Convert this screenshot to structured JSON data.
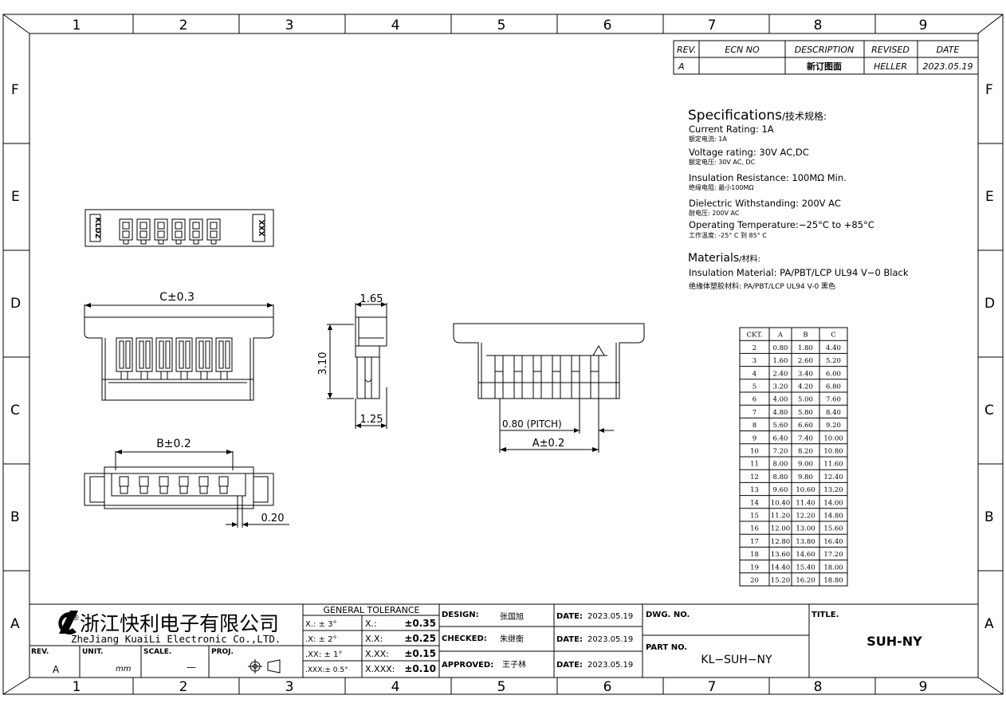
{
  "zones": {
    "columns": [
      "1",
      "2",
      "3",
      "4",
      "5",
      "6",
      "7",
      "8",
      "9"
    ],
    "rows": [
      "F",
      "E",
      "D",
      "C",
      "B",
      "A"
    ]
  },
  "revision": {
    "headers": [
      "REV.",
      "ECN NO",
      "DESCRIPTION",
      "REVISED",
      "DATE"
    ],
    "row": [
      "A",
      "",
      "新订图面",
      "HELLER",
      "2023.05.19"
    ]
  },
  "specs": {
    "title": "Specifications",
    "title_cn": "/技术规格:",
    "items": [
      {
        "en": "Current Rating: 1A",
        "cn": "额定电流: 1A"
      },
      {
        "en": "Voltage rating: 30V AC,DC",
        "cn": "额定电压: 30V AC, DC"
      },
      {
        "en": "Insulation Resistance: 100MΩ Min.",
        "cn": "绝缘电阻: 最小100MΩ"
      },
      {
        "en": "Dielectric Withstanding: 200V AC",
        "cn": "耐电压: 200V AC"
      },
      {
        "en": "Operating Temperature:−25°C to +85°C",
        "cn": "工作温度: -25° C 到 85° C"
      }
    ],
    "materials_title": "Materials",
    "materials_title_cn": "/材料:",
    "materials_en": "Insulation Material: PA/PBT/LCP UL94 V−0 Black",
    "materials_cn": "绝缘体塑胶材料: PA/PBT/LCP UL94 V-0 黑色"
  },
  "drawing": {
    "marking_left": "KLDZ",
    "marking_right": "XXX",
    "dim_c": "C±0.3",
    "dim_b": "B±0.2",
    "dim_020": "0.20",
    "dim_165": "1.65",
    "dim_310": "3.10",
    "dim_125": "1.25",
    "dim_pitch": "0.80 (PITCH)",
    "dim_a": "A±0.2"
  },
  "ckt_table": {
    "headers": [
      "CKT.",
      "A",
      "B",
      "C"
    ],
    "rows": [
      [
        "2",
        "0.80",
        "1.80",
        "4.40"
      ],
      [
        "3",
        "1.60",
        "2.60",
        "5.20"
      ],
      [
        "4",
        "2.40",
        "3.40",
        "6.00"
      ],
      [
        "5",
        "3.20",
        "4.20",
        "6.80"
      ],
      [
        "6",
        "4.00",
        "5.00",
        "7.60"
      ],
      [
        "7",
        "4.80",
        "5.80",
        "8.40"
      ],
      [
        "8",
        "5.60",
        "6.60",
        "9.20"
      ],
      [
        "9",
        "6.40",
        "7.40",
        "10.00"
      ],
      [
        "10",
        "7.20",
        "8.20",
        "10.80"
      ],
      [
        "11",
        "8.00",
        "9.00",
        "11.60"
      ],
      [
        "12",
        "8.80",
        "9.80",
        "12.40"
      ],
      [
        "13",
        "9.60",
        "10.60",
        "13.20"
      ],
      [
        "14",
        "10.40",
        "11.40",
        "14.00"
      ],
      [
        "15",
        "11.20",
        "12.20",
        "14.80"
      ],
      [
        "16",
        "12.00",
        "13.00",
        "15.60"
      ],
      [
        "17",
        "12.80",
        "13.80",
        "16.40"
      ],
      [
        "18",
        "13.60",
        "14.60",
        "17.20"
      ],
      [
        "19",
        "14.40",
        "15.40",
        "18.00"
      ],
      [
        "20",
        "15.20",
        "16.20",
        "18.80"
      ]
    ]
  },
  "title_block": {
    "company_cn": "浙江快利电子有限公司",
    "company_en": "ZheJiang KuaiLi Electronic Co.,LTD.",
    "reg_mark": "®",
    "rev_label": "REV.",
    "rev_value": "A",
    "unit_label": "UNIT.",
    "unit_value": "mm",
    "scale_label": "SCALE.",
    "scale_value": "—",
    "proj_label": "PROJ.",
    "tolerance_title": "GENERAL TOLERANCE",
    "tol_rows": [
      [
        "X.: ± 3°",
        "X.:",
        "±0.35"
      ],
      [
        ".X: ± 2°",
        "X.X:",
        "±0.25"
      ],
      [
        ".XX: ± 1°",
        "X.XX:",
        "±0.15"
      ],
      [
        ".XXX:± 0.5°",
        "X.XXX:",
        "±0.10"
      ]
    ],
    "design_label": "DESIGN:",
    "design_value": "张国旭",
    "checked_label": "CHECKED:",
    "checked_value": "朱继衡",
    "approved_label": "APPROVED:",
    "approved_value": "王子林",
    "date_label": "DATE:",
    "date_values": [
      "2023.05.19",
      "2023.05.19",
      "2023.05.19"
    ],
    "dwg_label": "DWG. NO.",
    "part_label": "PART NO.",
    "part_value": "KL−SUH−NY",
    "title_label": "TITLE.",
    "title_value": "SUH-NY"
  }
}
